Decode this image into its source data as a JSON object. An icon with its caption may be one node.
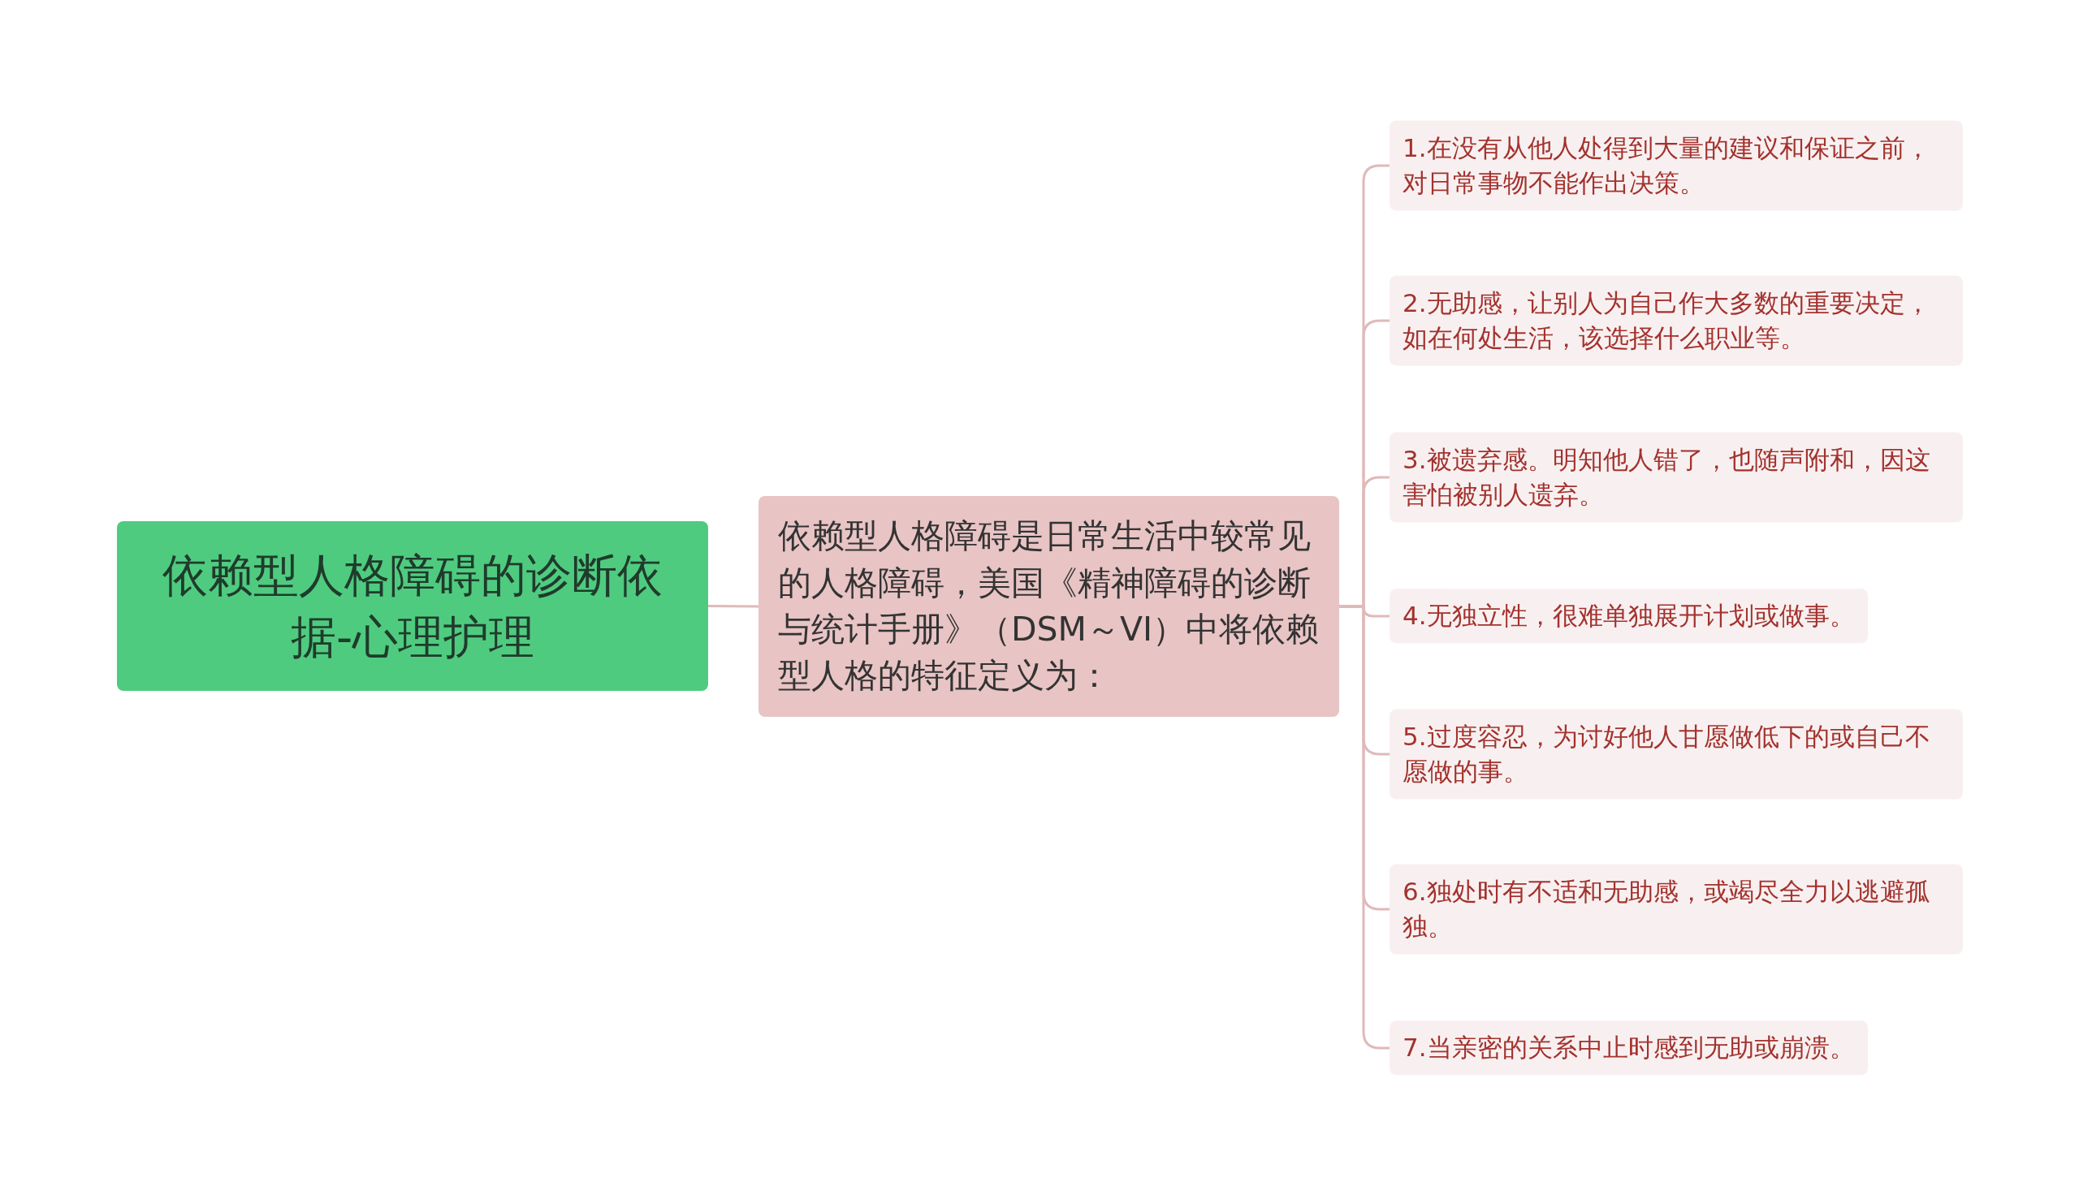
{
  "diagram": {
    "nodes": [
      {
        "text": [
          "依赖型人格障碍的诊断依据-心理护理"
        ]
      },
      {
        "text": [
          "依赖型人格障碍是日常生活中较常见的人格障碍，美国《精神障碍的诊断与统计手册》（DSM～VI）中将依赖型人格的特征定义为："
        ]
      },
      {
        "text": [
          "1.在没有从他人处得到大量的建议和保证之前，对日常事物不能作出决策。"
        ]
      },
      {
        "text": [
          "2.无助感，让别人为自己作大多数的重要决定，如在何处生活，该选择什么职业等。"
        ]
      },
      {
        "text": [
          "3.被遗弃感。明知他人错了，也随声附和，因这害怕被别人遗弃。"
        ]
      },
      {
        "text": [
          "4.无独立性，很难单独展开计划或做事。"
        ]
      },
      {
        "text": [
          "5.过度容忍，为讨好他人甘愿做低下的或自己不愿做的事。"
        ]
      },
      {
        "text": [
          "6.独处时有不适和无助感，或竭尽全力以逃避孤独。"
        ]
      },
      {
        "text": [
          "7.当亲密的关系中止时感到无助或崩溃。"
        ]
      }
    ],
    "edges": [
      {
        "from": 0,
        "to": 1,
        "arrow": "none"
      },
      {
        "from": 1,
        "to": 2,
        "arrow": "none"
      },
      {
        "from": 1,
        "to": 3,
        "arrow": "none"
      },
      {
        "from": 1,
        "to": 4,
        "arrow": "none"
      },
      {
        "from": 1,
        "to": 5,
        "arrow": "none"
      },
      {
        "from": 1,
        "to": 6,
        "arrow": "none"
      },
      {
        "from": 1,
        "to": 7,
        "arrow": "none"
      },
      {
        "from": 1,
        "to": 8,
        "arrow": "none"
      }
    ]
  }
}
